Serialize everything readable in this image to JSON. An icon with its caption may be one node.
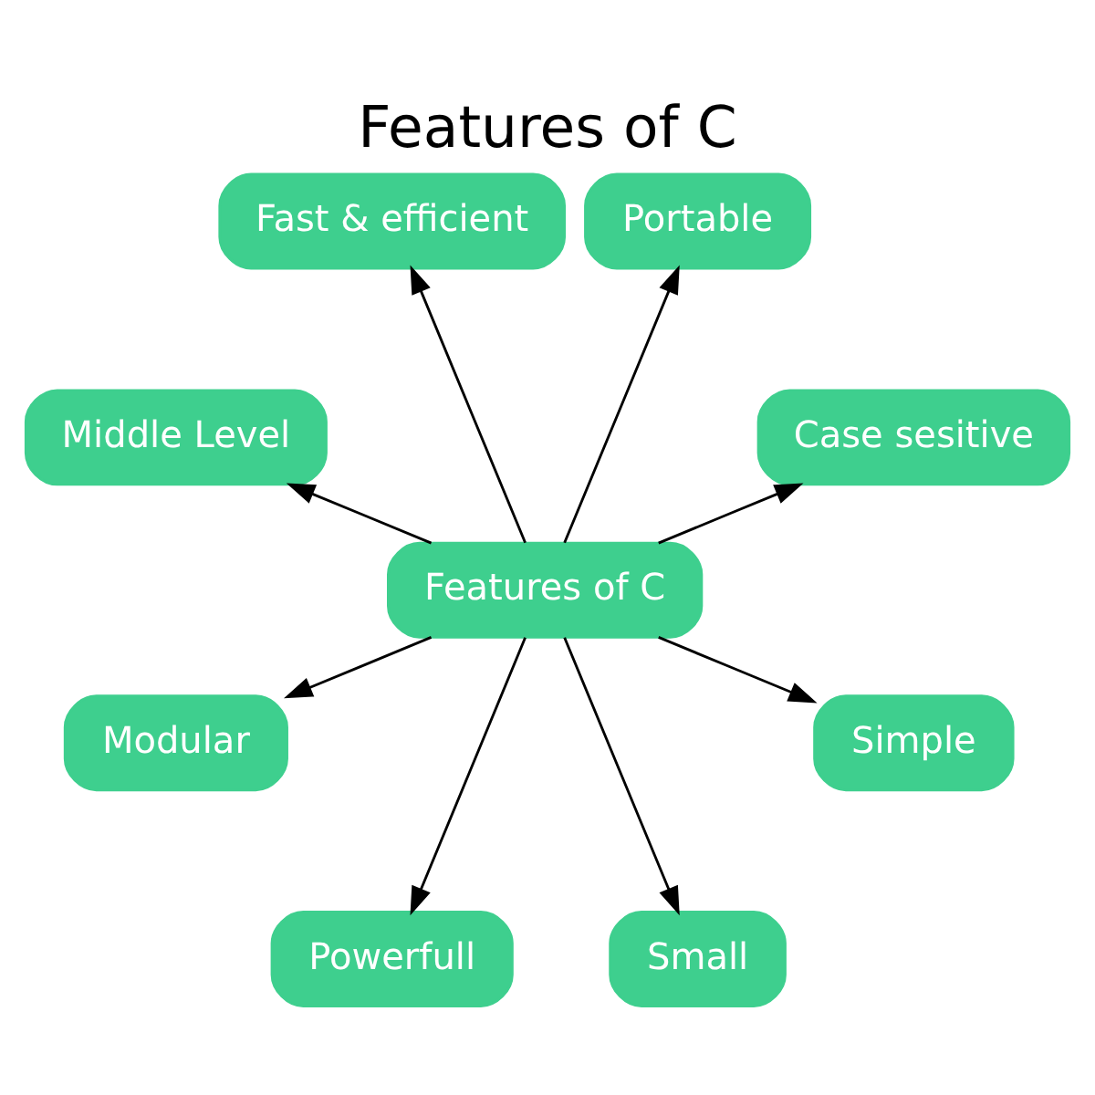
{
  "diagram": {
    "title": "Features of C",
    "nodes": [
      {
        "text": [
          "Features of C"
        ]
      },
      {
        "text": [
          "Case sesitive"
        ]
      },
      {
        "text": [
          "Portable"
        ]
      },
      {
        "text": [
          "Fast & efficient"
        ]
      },
      {
        "text": [
          "Middle Level"
        ]
      },
      {
        "text": [
          "Modular"
        ]
      },
      {
        "text": [
          "Powerfull"
        ]
      },
      {
        "text": [
          "Small"
        ]
      },
      {
        "text": [
          "Simple"
        ]
      }
    ],
    "edges": [
      {
        "from": 0,
        "to": 1,
        "arrow": "to"
      },
      {
        "from": 0,
        "to": 2,
        "arrow": "to"
      },
      {
        "from": 0,
        "to": 3,
        "arrow": "to"
      },
      {
        "from": 0,
        "to": 4,
        "arrow": "to"
      },
      {
        "from": 0,
        "to": 5,
        "arrow": "to"
      },
      {
        "from": 0,
        "to": 6,
        "arrow": "to"
      },
      {
        "from": 0,
        "to": 7,
        "arrow": "to"
      },
      {
        "from": 0,
        "to": 8,
        "arrow": "to"
      }
    ]
  }
}
